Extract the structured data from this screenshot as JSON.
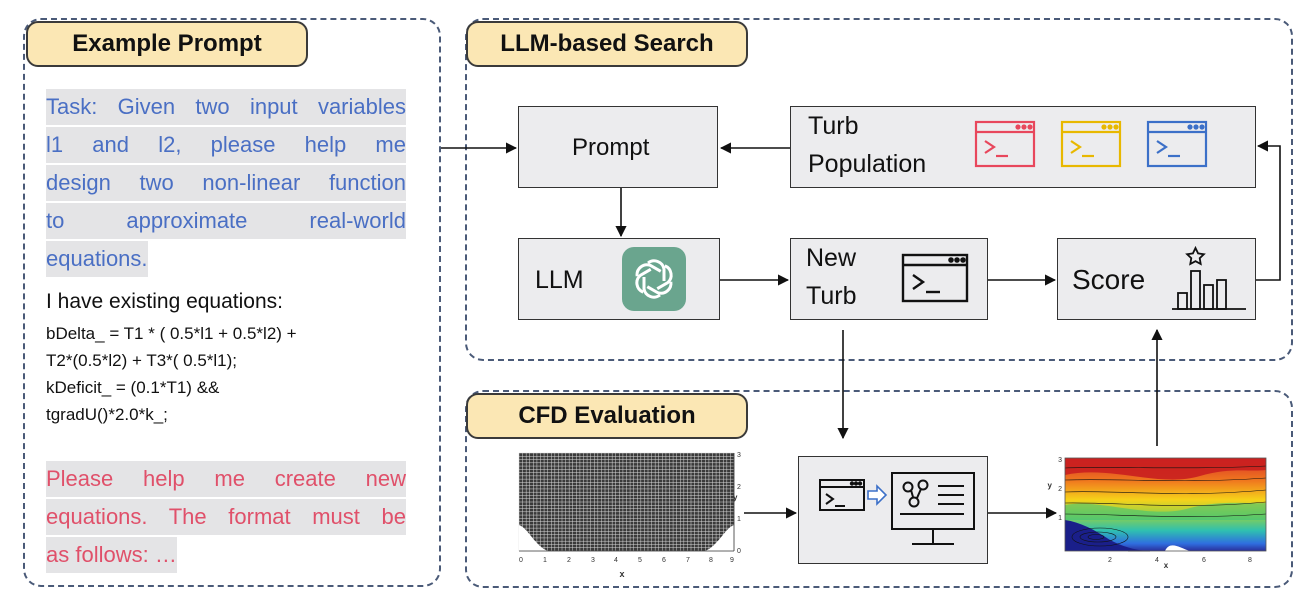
{
  "left_panel": {
    "title": "Example Prompt",
    "task_lines": [
      "Task: Given two input variables",
      "l1 and l2, please help me",
      "design two non-linear function",
      "to approximate real-world",
      "equations."
    ],
    "existing_heading": "I have existing equations:",
    "code_lines": [
      "bDelta_ = T1 * ( 0.5*l1 + 0.5*l2) +",
      "T2*(0.5*l2) + T3*( 0.5*l1);",
      "kDeficit_ = (0.1*T1) &&",
      "tgradU()*2.0*k_;"
    ],
    "request_lines": [
      "Please help me create new",
      "equations. The format must be",
      "as follows: …"
    ]
  },
  "search_panel": {
    "title": "LLM-based Search",
    "prompt_label": "Prompt",
    "population_label_line1": "Turb",
    "population_label_line2": "Population",
    "llm_label": "LLM",
    "new_turb_line1": "New",
    "new_turb_line2": "Turb",
    "score_label": "Score"
  },
  "cfd_panel": {
    "title": "CFD Evaluation",
    "mesh_x_ticks": [
      "0",
      "1",
      "2",
      "3",
      "4",
      "5",
      "6",
      "7",
      "8",
      "9"
    ],
    "mesh_y_ticks": [
      "0",
      "1",
      "2",
      "3"
    ],
    "mesh_x_label": "x",
    "mesh_y_label": "y",
    "field_x_ticks": [
      "2",
      "4",
      "6",
      "8"
    ],
    "field_y_ticks": [
      "1",
      "2",
      "3"
    ],
    "field_x_label": "x",
    "field_y_label": "y"
  },
  "colors": {
    "task_text": "#4a6fc4",
    "request_text": "#e0506a",
    "terminal_red": "#e8475c",
    "terminal_yellow": "#e8b800",
    "terminal_blue": "#3c70c8",
    "openai_green": "#6aa58e",
    "tag_fill": "#fbe7b4"
  }
}
